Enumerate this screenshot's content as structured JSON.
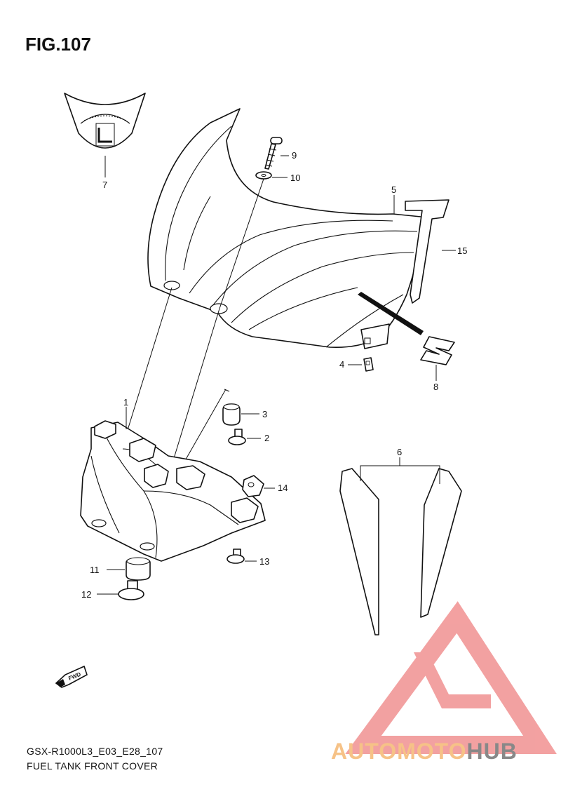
{
  "figure": {
    "title": "FIG.107",
    "footer_code": "GSX-R1000L3_E03_E28_107",
    "footer_name": "FUEL TANK FRONT COVER"
  },
  "callouts": [
    {
      "id": "1",
      "label": "1"
    },
    {
      "id": "2",
      "label": "2"
    },
    {
      "id": "3",
      "label": "3"
    },
    {
      "id": "4",
      "label": "4"
    },
    {
      "id": "5",
      "label": "5"
    },
    {
      "id": "6",
      "label": "6"
    },
    {
      "id": "7",
      "label": "7"
    },
    {
      "id": "8",
      "label": "8"
    },
    {
      "id": "9",
      "label": "9"
    },
    {
      "id": "10",
      "label": "10"
    },
    {
      "id": "11",
      "label": "11"
    },
    {
      "id": "12",
      "label": "12"
    },
    {
      "id": "13",
      "label": "13"
    },
    {
      "id": "14",
      "label": "14"
    },
    {
      "id": "15",
      "label": "15"
    }
  ],
  "fwd_marker": {
    "label": "FWD"
  },
  "watermark": {
    "text_part1": "AUTOMOTO",
    "text_part2": "HUB",
    "color_primary": "#f08a8a",
    "color_secondary": "#f5b46a",
    "color_dark": "#6b6b6b"
  }
}
